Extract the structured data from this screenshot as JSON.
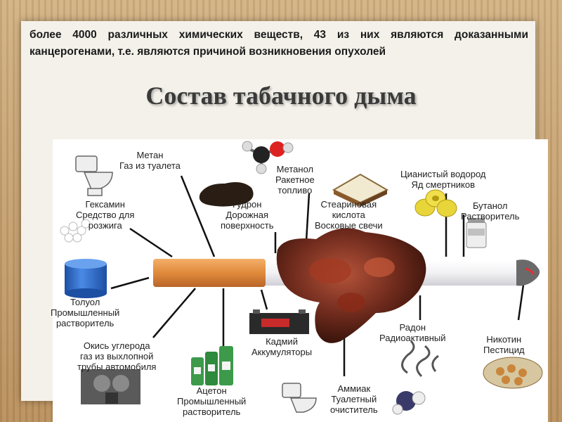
{
  "header": {
    "intro_text": "более 4000 различных химических веществ, 43 из них являются доказанными канцерогенами, т.е. являются причиной возникновения опухолей",
    "title": "Состав табачного дыма"
  },
  "labels": {
    "methane": {
      "name": "Метан",
      "desc": "Газ из туалета"
    },
    "methanol": {
      "name": "Метанол",
      "desc1": "Ракетное",
      "desc2": "топливо"
    },
    "hcn": {
      "name": "Цианистый водород",
      "desc": "Яд смертников"
    },
    "hexamine": {
      "name": "Гексамин",
      "desc1": "Средство для",
      "desc2": "розжига"
    },
    "tar": {
      "name": "Гудрон",
      "desc1": "Дорожная",
      "desc2": "поверхность"
    },
    "stearic": {
      "name": "Стеариновая",
      "desc1": "кислота",
      "desc2": "Восковые свечи"
    },
    "butanol": {
      "name": "Бутанол",
      "desc": "Растворитель"
    },
    "toluene": {
      "name": "Толуол",
      "desc1": "Промышленный",
      "desc2": "растворитель"
    },
    "co": {
      "name": "Окись углерода",
      "desc1": "газ из выхлопной",
      "desc2": "трубы автомобиля"
    },
    "cadmium": {
      "name": "Кадмий",
      "desc": "Аккумуляторы"
    },
    "radon": {
      "name": "Радон",
      "desc": "Радиоактивный"
    },
    "nicotine": {
      "name": "Никотин",
      "desc": "Пестицид"
    },
    "acetone": {
      "name": "Ацетон",
      "desc1": "Промышленный",
      "desc2": "растворитель"
    },
    "ammonia": {
      "name": "Аммиак",
      "desc1": "Туалетный",
      "desc2": "очиститель"
    }
  },
  "colors": {
    "filter": "#e08a3a",
    "paper": "#f2f2f4",
    "lung": "#6e2a1c",
    "leader_lines": "#111111",
    "toluene_drum": "#2f6fd1",
    "hcn_tablets": "#e8d53a",
    "acetone_bottles": "#3c9a4a"
  }
}
